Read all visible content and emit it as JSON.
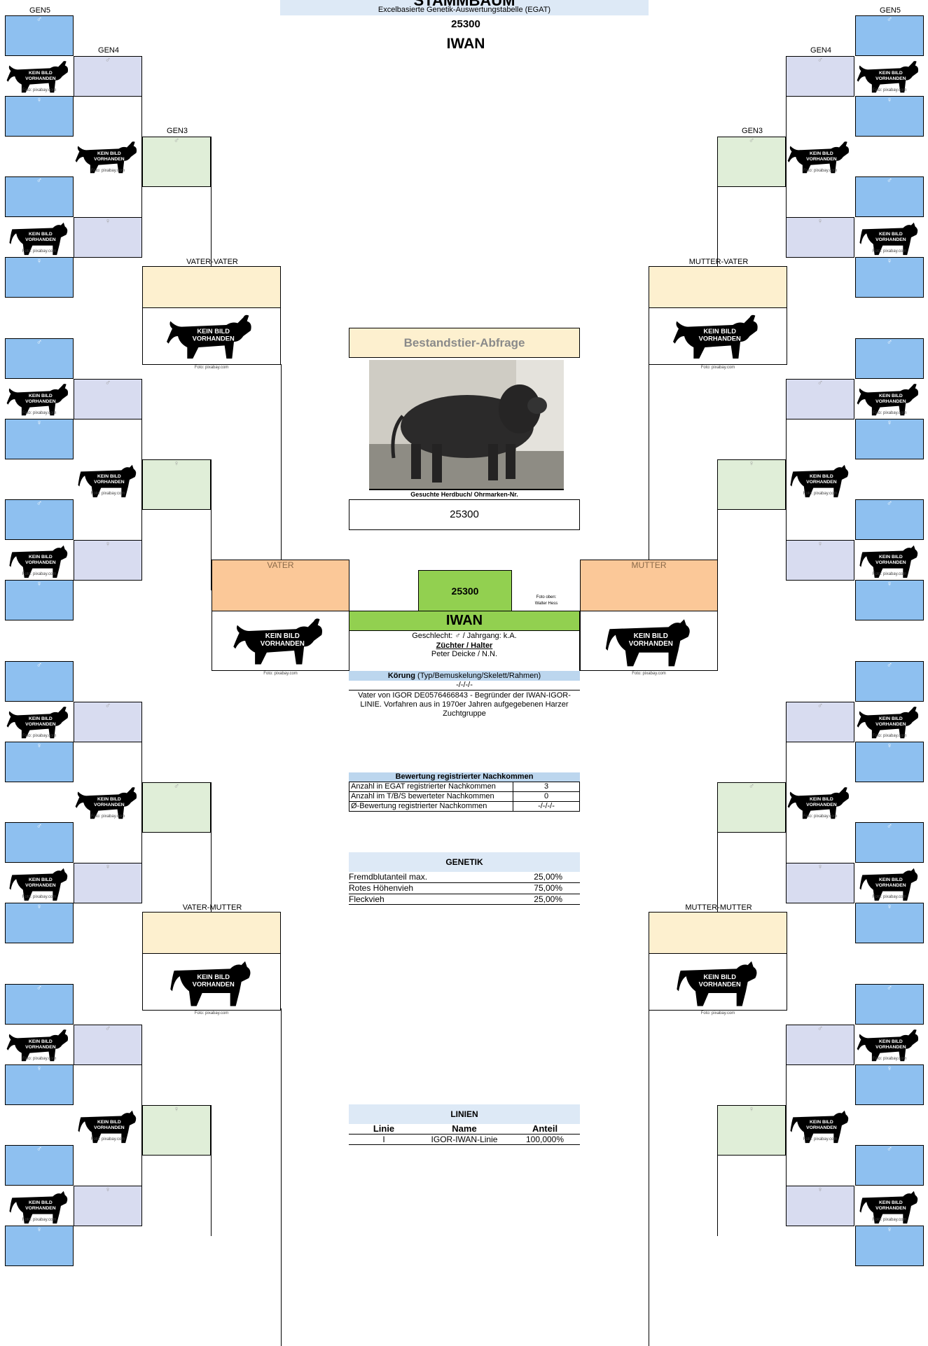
{
  "header": {
    "title": "STAMMBAUM",
    "subtitle": "Excelbasierte Genetik-Auswertungstabelle (EGAT)",
    "number": "25300",
    "name": "IWAN"
  },
  "gen_labels": {
    "gen5": "GEN5",
    "gen4": "GEN4",
    "gen3": "GEN3"
  },
  "parent_labels": {
    "vater_vater": "VATER-VATER",
    "vater_mutter": "VATER-MUTTER",
    "mutter_vater": "MUTTER-VATER",
    "mutter_mutter": "MUTTER-MUTTER",
    "vater": "VATER",
    "mutter": "MUTTER"
  },
  "symbols": {
    "male": "♂",
    "female": "♀"
  },
  "no_image_text": "KEIN BILD VORHANDEN",
  "no_image_line1": "KEIN BILD",
  "no_image_line2": "VORHANDEN",
  "photo_credit": "Foto: pixabay.com",
  "query": {
    "title": "Bestandstier-Abfrage",
    "search_label": "Gesuchte Herdbuch/ Ohrmarken-Nr.",
    "search_value": "25300",
    "photo_credit_line1": "Foto oben:",
    "photo_credit_line2": "Walter Hess"
  },
  "animal": {
    "id": "25300",
    "name": "IWAN",
    "details": "Geschlecht: ♂ / Jahrgang: k.A.",
    "breeder_label": "Züchter / Halter",
    "breeder": "Peter Deicke / N.N.",
    "koerung_label": "Körung",
    "koerung_detail": "(Typ/Bemuskelung/Skelett/Rahmen)",
    "koerung_value": "-/-/-/-",
    "note": "Vater von IGOR DE0576466843 - Begründer der IWAN-IGOR-LINIE. Vorfahren aus in 1970er Jahren aufgegebenen Harzer Zuchtgruppe"
  },
  "offspring": {
    "title": "Bewertung registrierter Nachkommen",
    "rows": [
      {
        "label": "Anzahl in EGAT registrierter Nachkommen",
        "value": "3"
      },
      {
        "label": "Anzahl im T/B/S bewerteter Nachkommen",
        "value": "0"
      },
      {
        "label": "Ø-Bewertung registrierter Nachkommen",
        "value": "-/-/-/-"
      }
    ]
  },
  "genetics": {
    "title": "GENETIK",
    "rows": [
      {
        "label": "Fremdblutanteil max.",
        "value": "25,00%"
      },
      {
        "label": "Rotes Höhenvieh",
        "value": "75,00%"
      },
      {
        "label": "Fleckvieh",
        "value": "25,00%"
      }
    ]
  },
  "lines": {
    "title": "LINIEN",
    "headers": [
      "Linie",
      "Name",
      "Anteil"
    ],
    "rows": [
      {
        "linie": "I",
        "name": "IGOR-IWAN-Linie",
        "anteil": "100,000%"
      }
    ]
  },
  "colors": {
    "gen5": "#8ec0f0",
    "gen4": "#d8dcf0",
    "gen3": "#e0eed8",
    "gen2": "#fdf0cf",
    "gen1": "#fbc898",
    "id_green": "#92d050",
    "header_blue": "#dde9f6"
  }
}
